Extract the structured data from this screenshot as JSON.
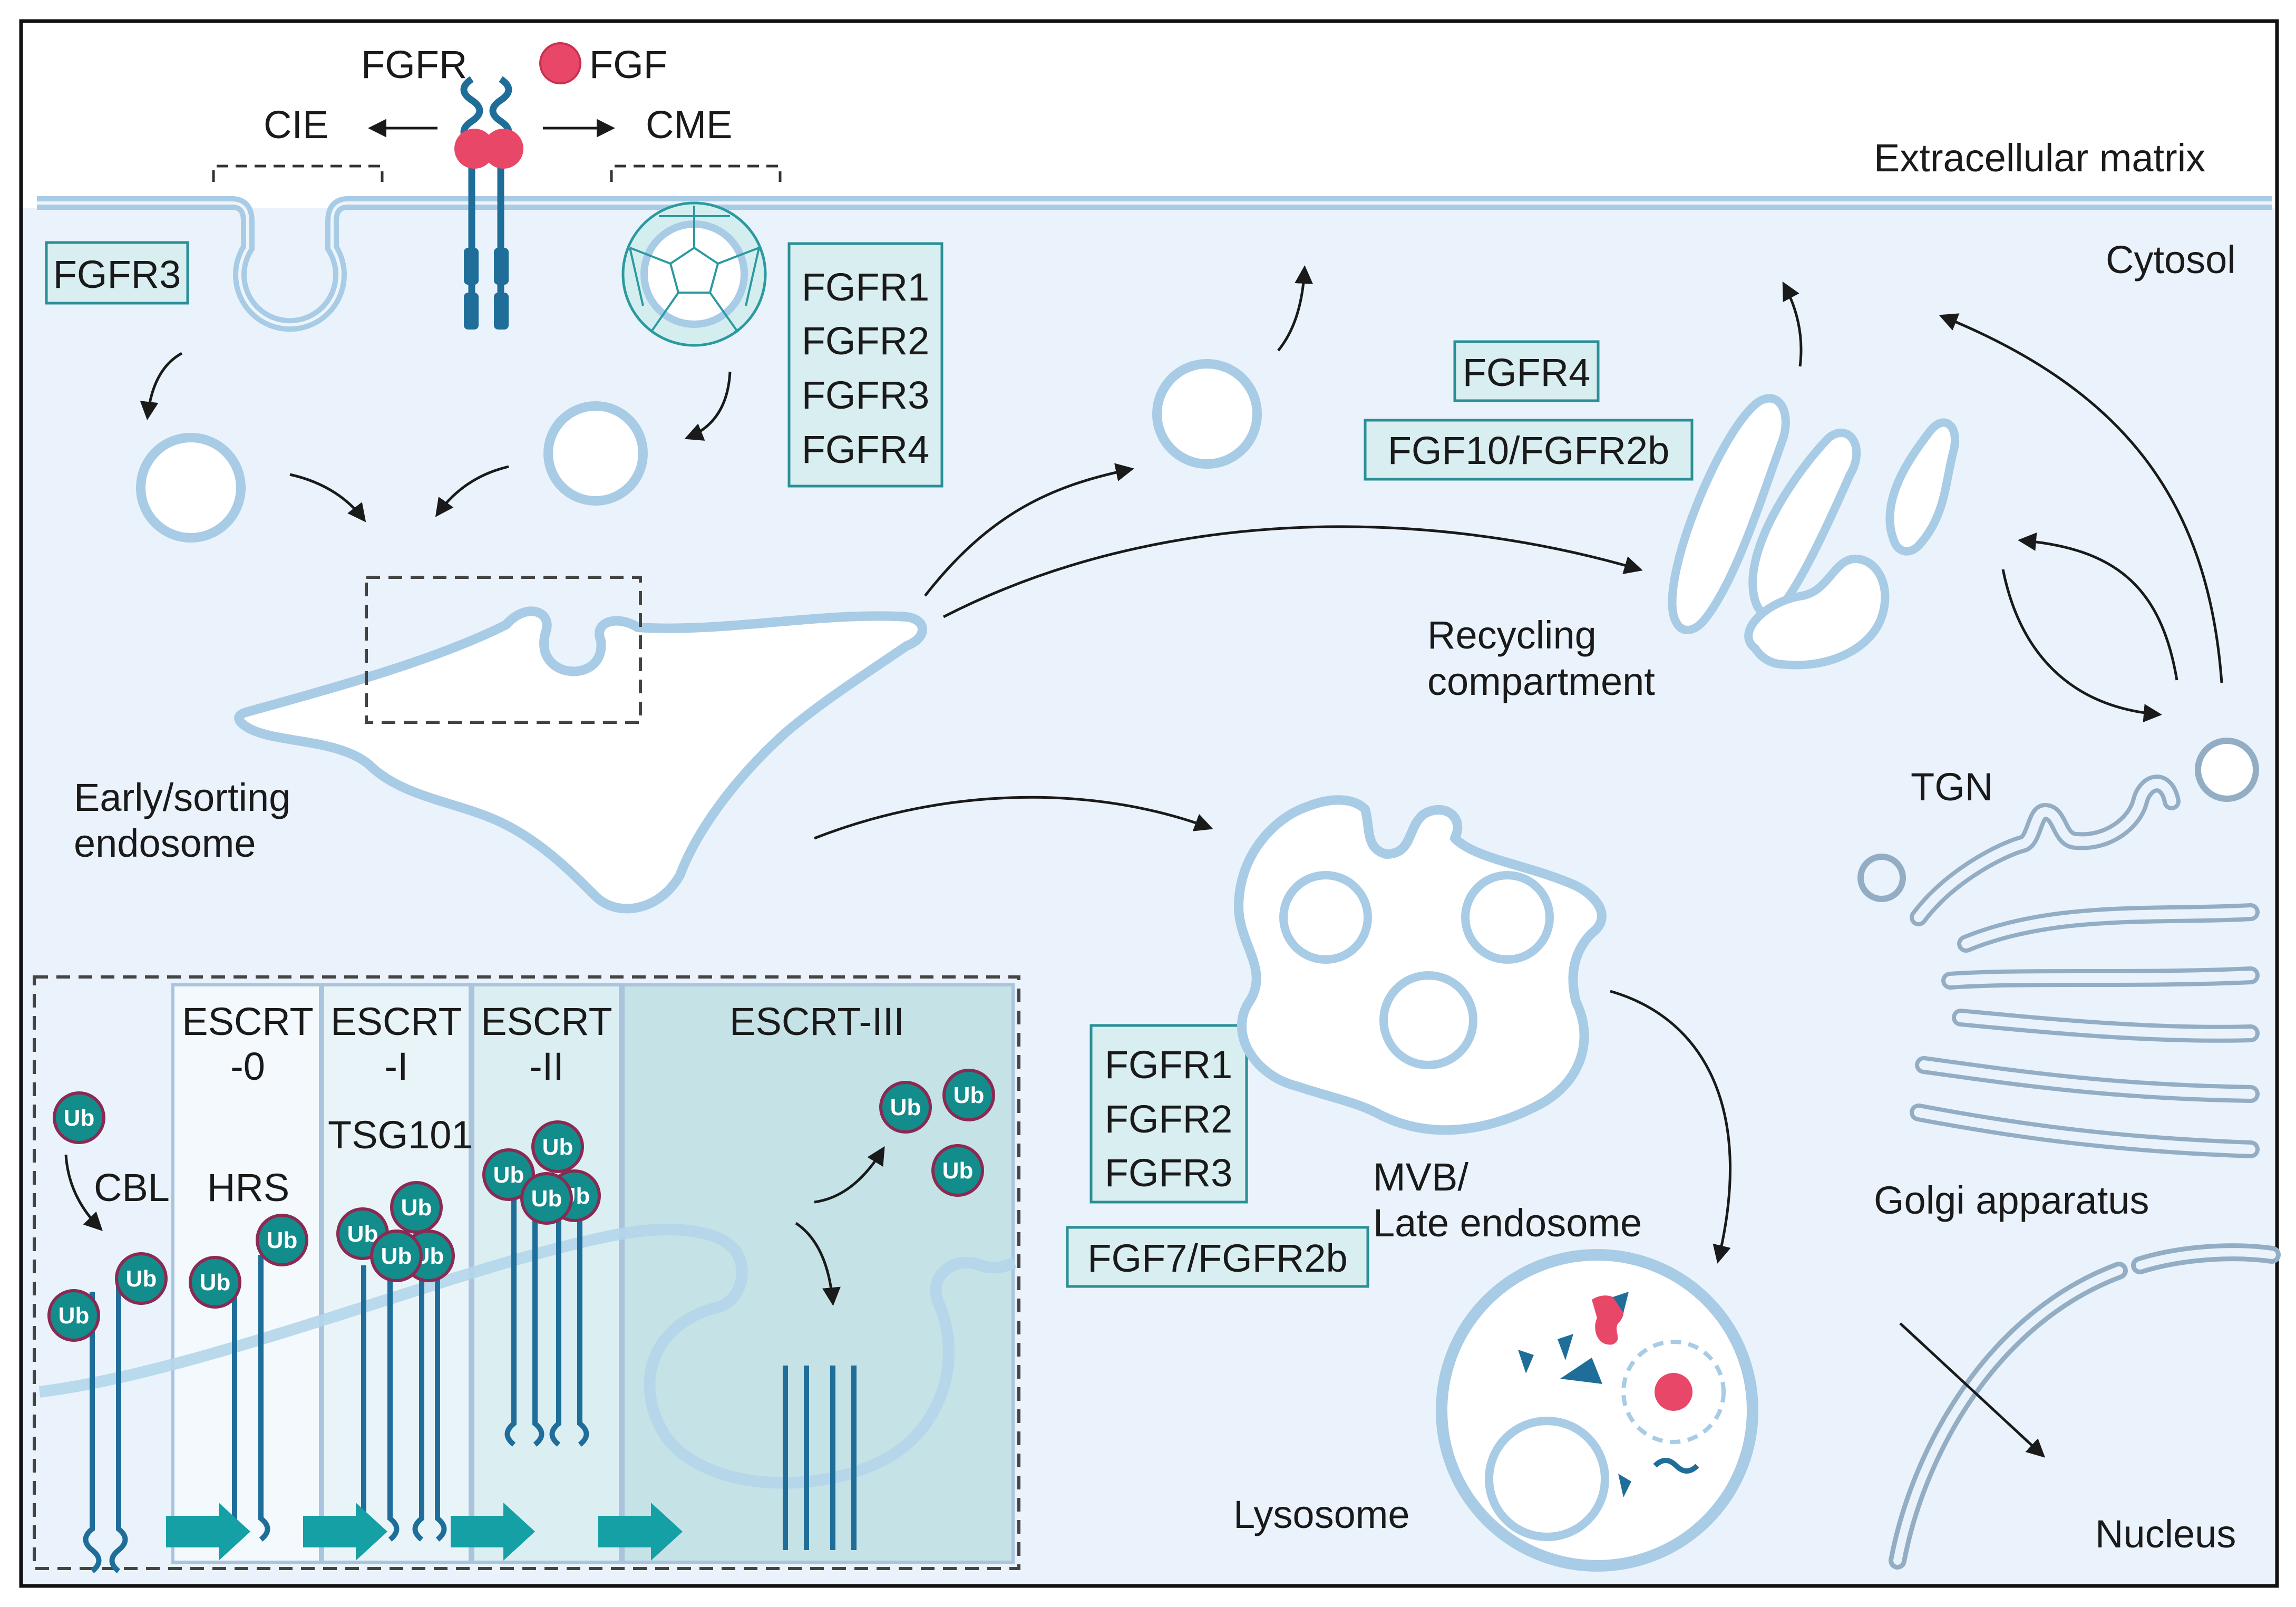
{
  "labels": {
    "fgfr": "FGFR",
    "fgf": "FGF",
    "cie": "CIE",
    "cme": "CME",
    "extracellular_matrix": "Extracellular matrix",
    "cytosol": "Cytosol",
    "early_sorting_endosome_1": "Early/sorting",
    "early_sorting_endosome_2": "endosome",
    "recycling_compartment_1": "Recycling",
    "recycling_compartment_2": "compartment",
    "tgn": "TGN",
    "mvb_1": "MVB/",
    "mvb_2": "Late endosome",
    "golgi_apparatus": "Golgi apparatus",
    "lysosome": "Lysosome",
    "nucleus": "Nucleus"
  },
  "boxes": {
    "cie": [
      "FGFR3"
    ],
    "cme": [
      "FGFR1",
      "FGFR2",
      "FGFR3",
      "FGFR4"
    ],
    "recycling": [
      "FGFR4",
      "FGF10/FGFR2b"
    ],
    "degradation": [
      "FGFR1",
      "FGFR2",
      "FGFR3"
    ],
    "degradation_ligand": [
      "FGF7/FGFR2b"
    ]
  },
  "escrt": {
    "cbl": "CBL",
    "escrt0": [
      "ESCRT",
      "-0"
    ],
    "hrs": "HRS",
    "escrt1": [
      "ESCRT",
      "-I"
    ],
    "tsg101": "TSG101",
    "escrt2": [
      "ESCRT",
      "-II"
    ],
    "escrt3": "ESCRT-III",
    "ub": "Ub"
  },
  "colors": {
    "membrane": "#a8cbe6",
    "cytosol": "#eaf3fb",
    "receptor": "#1f6e99",
    "ligand": "#e94767",
    "box_fill": "#d9eef0",
    "box_stroke": "#2a8f96",
    "ub_fill": "#138c8c",
    "ub_stroke": "#8a2a53",
    "teal_arrow": "#14a0a4"
  }
}
